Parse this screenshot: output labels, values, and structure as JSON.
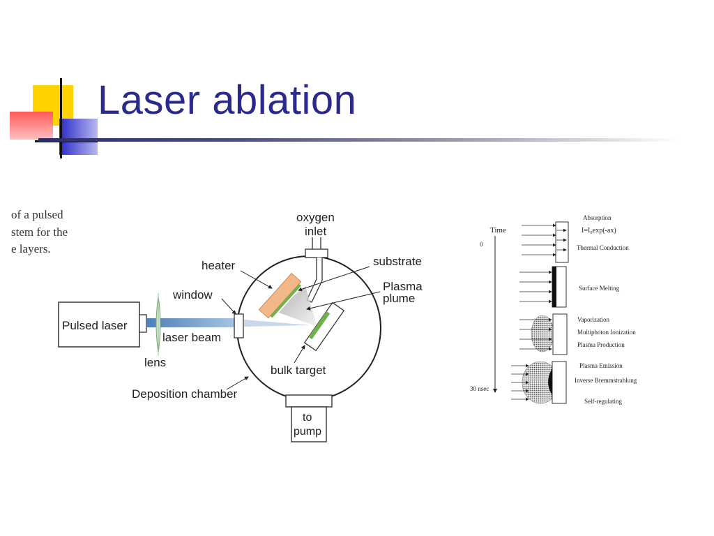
{
  "slide": {
    "title": "Laser ablation"
  },
  "scan_caption": {
    "lines": [
      "of a pulsed",
      "stem for the",
      "e layers."
    ]
  },
  "setup": {
    "labels": {
      "oxygen": "oxygen",
      "inlet": "inlet",
      "heater": "heater",
      "substrate": "substrate",
      "plasma": "Plasma",
      "plume": "plume",
      "window": "window",
      "pulsed_laser": "Pulsed laser",
      "laser_beam": "laser beam",
      "lens": "lens",
      "bulk_target": "bulk target",
      "deposition_chamber": "Deposition chamber",
      "to": "to",
      "pump": "pump"
    }
  },
  "timeline": {
    "time_label": "Time",
    "t0": "0",
    "t_end": "30 nsec",
    "stages": [
      {
        "lines": [
          "Absorption",
          "I=I₀exp(-ax)",
          "Thermal Conduction"
        ]
      },
      {
        "lines": [
          "Surface Melting"
        ]
      },
      {
        "lines": [
          "Vaporization",
          "Multiphoton Ionization",
          "Plasma Production"
        ]
      },
      {
        "lines": [
          "Plasma Emission",
          "Inverse Bremmstrahlung",
          "Self-regulating"
        ]
      }
    ]
  }
}
